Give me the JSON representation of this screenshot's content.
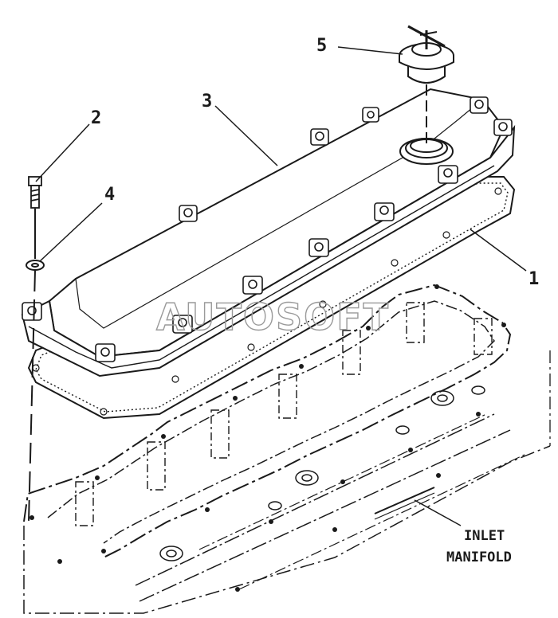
{
  "watermark": "AUTOSOFT",
  "callouts": [
    {
      "id": "1",
      "label": "1"
    },
    {
      "id": "2",
      "label": "2"
    },
    {
      "id": "3",
      "label": "3"
    },
    {
      "id": "4",
      "label": "4"
    },
    {
      "id": "5",
      "label": "5"
    }
  ],
  "annotation": {
    "line1": "INLET",
    "line2": "MANIFOLD"
  },
  "colors": {
    "ink": "#1a1a1a",
    "watermark": "#9a9a9a",
    "background": "#ffffff"
  }
}
